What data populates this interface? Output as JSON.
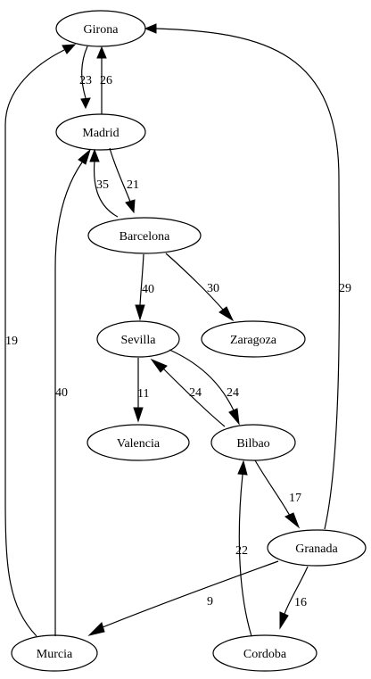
{
  "nodes": {
    "girona": "Girona",
    "madrid": "Madrid",
    "barcelona": "Barcelona",
    "sevilla": "Sevilla",
    "zaragoza": "Zaragoza",
    "valencia": "Valencia",
    "bilbao": "Bilbao",
    "granada": "Granada",
    "murcia": "Murcia",
    "cordoba": "Cordoba"
  },
  "edges": [
    {
      "from": "Girona",
      "to": "Madrid",
      "weight": "23"
    },
    {
      "from": "Madrid",
      "to": "Girona",
      "weight": "26"
    },
    {
      "from": "Madrid",
      "to": "Barcelona",
      "weight": "21"
    },
    {
      "from": "Barcelona",
      "to": "Madrid",
      "weight": "35"
    },
    {
      "from": "Barcelona",
      "to": "Sevilla",
      "weight": "40"
    },
    {
      "from": "Barcelona",
      "to": "Zaragoza",
      "weight": "30"
    },
    {
      "from": "Sevilla",
      "to": "Valencia",
      "weight": "11"
    },
    {
      "from": "Sevilla",
      "to": "Bilbao",
      "weight": "24"
    },
    {
      "from": "Bilbao",
      "to": "Sevilla",
      "weight": "24"
    },
    {
      "from": "Bilbao",
      "to": "Granada",
      "weight": "17"
    },
    {
      "from": "Granada",
      "to": "Girona",
      "weight": "29"
    },
    {
      "from": "Granada",
      "to": "Murcia",
      "weight": "9"
    },
    {
      "from": "Granada",
      "to": "Cordoba",
      "weight": "16"
    },
    {
      "from": "Cordoba",
      "to": "Bilbao",
      "weight": "22"
    },
    {
      "from": "Murcia",
      "to": "Girona",
      "weight": "19"
    },
    {
      "from": "Murcia",
      "to": "Madrid",
      "weight": "40"
    }
  ]
}
